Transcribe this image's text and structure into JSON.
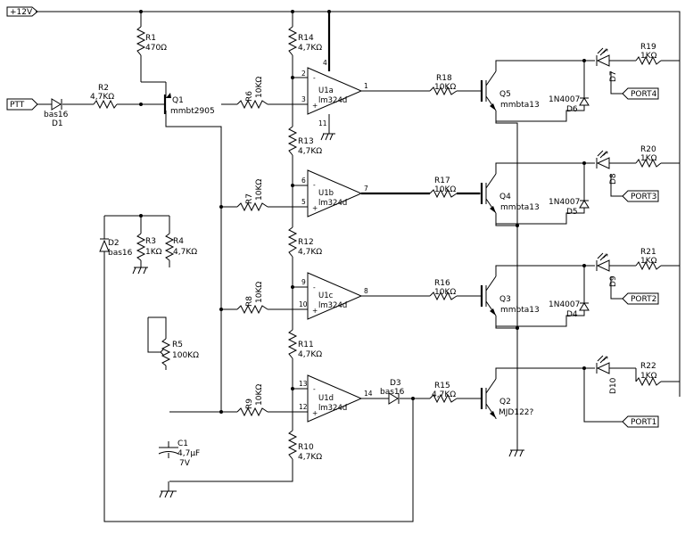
{
  "net": {
    "supply": "+12V",
    "ptt": "PTT"
  },
  "ports": [
    "PORT4",
    "PORT3",
    "PORT2",
    "PORT1"
  ],
  "resistors": {
    "r1": {
      "ref": "R1",
      "value": "470Ω"
    },
    "r2": {
      "ref": "R2",
      "value": "4,7KΩ"
    },
    "r3": {
      "ref": "R3",
      "value": "1KΩ"
    },
    "r4": {
      "ref": "R4",
      "value": "4,7KΩ"
    },
    "r5": {
      "ref": "R5",
      "value": "100KΩ"
    },
    "r6": {
      "ref": "R6",
      "value": "10KΩ"
    },
    "r7": {
      "ref": "R7",
      "value": "10KΩ"
    },
    "r8": {
      "ref": "R8",
      "value": "10KΩ"
    },
    "r9": {
      "ref": "R9",
      "value": "10KΩ"
    },
    "r10": {
      "ref": "R10",
      "value": "4,7KΩ"
    },
    "r11": {
      "ref": "R11",
      "value": "4,7KΩ"
    },
    "r12": {
      "ref": "R12",
      "value": "4,7KΩ"
    },
    "r13": {
      "ref": "R13",
      "value": "4,7KΩ"
    },
    "r14": {
      "ref": "R14",
      "value": "4,7KΩ"
    },
    "r15": {
      "ref": "R15",
      "value": "4,7KΩ"
    },
    "r16": {
      "ref": "R16",
      "value": "10KΩ"
    },
    "r17": {
      "ref": "R17",
      "value": "10KΩ"
    },
    "r18": {
      "ref": "R18",
      "value": "10KΩ"
    },
    "r19": {
      "ref": "R19",
      "value": "1KΩ"
    },
    "r20": {
      "ref": "R20",
      "value": "1KΩ"
    },
    "r21": {
      "ref": "R21",
      "value": "1KΩ"
    },
    "r22": {
      "ref": "R22",
      "value": "1KΩ"
    }
  },
  "diodes": {
    "d1": {
      "ref": "D1",
      "part": "bas16"
    },
    "d2": {
      "ref": "D2",
      "part": "bas16"
    },
    "d3": {
      "ref": "D3",
      "part": "bas16"
    },
    "d4": {
      "ref": "D4",
      "part": "1N4007"
    },
    "d5": {
      "ref": "D5",
      "part": "1N4007"
    },
    "d6": {
      "ref": "D6",
      "part": "1N4007"
    },
    "d7": {
      "ref": "D7"
    },
    "d8": {
      "ref": "D8"
    },
    "d9": {
      "ref": "D9"
    },
    "d10": {
      "ref": "D10"
    }
  },
  "transistors": {
    "q1": {
      "ref": "Q1",
      "part": "mmbt2905"
    },
    "q2": {
      "ref": "Q2",
      "part": "MJD122?"
    },
    "q3": {
      "ref": "Q3",
      "part": "mmbta13"
    },
    "q4": {
      "ref": "Q4",
      "part": "mmbta13"
    },
    "q5": {
      "ref": "Q5",
      "part": "mmbta13"
    }
  },
  "capacitor": {
    "ref": "C1",
    "value": "4,7µF",
    "voltage": "7V"
  },
  "opamps": {
    "a": {
      "ref": "U1a",
      "part": "lm324d",
      "inv": "2",
      "noninv": "3",
      "out": "1",
      "vcc": "4",
      "gnd": "11"
    },
    "b": {
      "ref": "U1b",
      "part": "lm324d",
      "inv": "6",
      "noninv": "5",
      "out": "7"
    },
    "c": {
      "ref": "U1c",
      "part": "lm324d",
      "inv": "9",
      "noninv": "10",
      "out": "8"
    },
    "d": {
      "ref": "U1d",
      "part": "lm324d",
      "inv": "13",
      "noninv": "12",
      "out": "14"
    }
  },
  "symbols": {
    "minus": "-",
    "plus": "+",
    "cap_plus": "+",
    "light": "↗"
  }
}
